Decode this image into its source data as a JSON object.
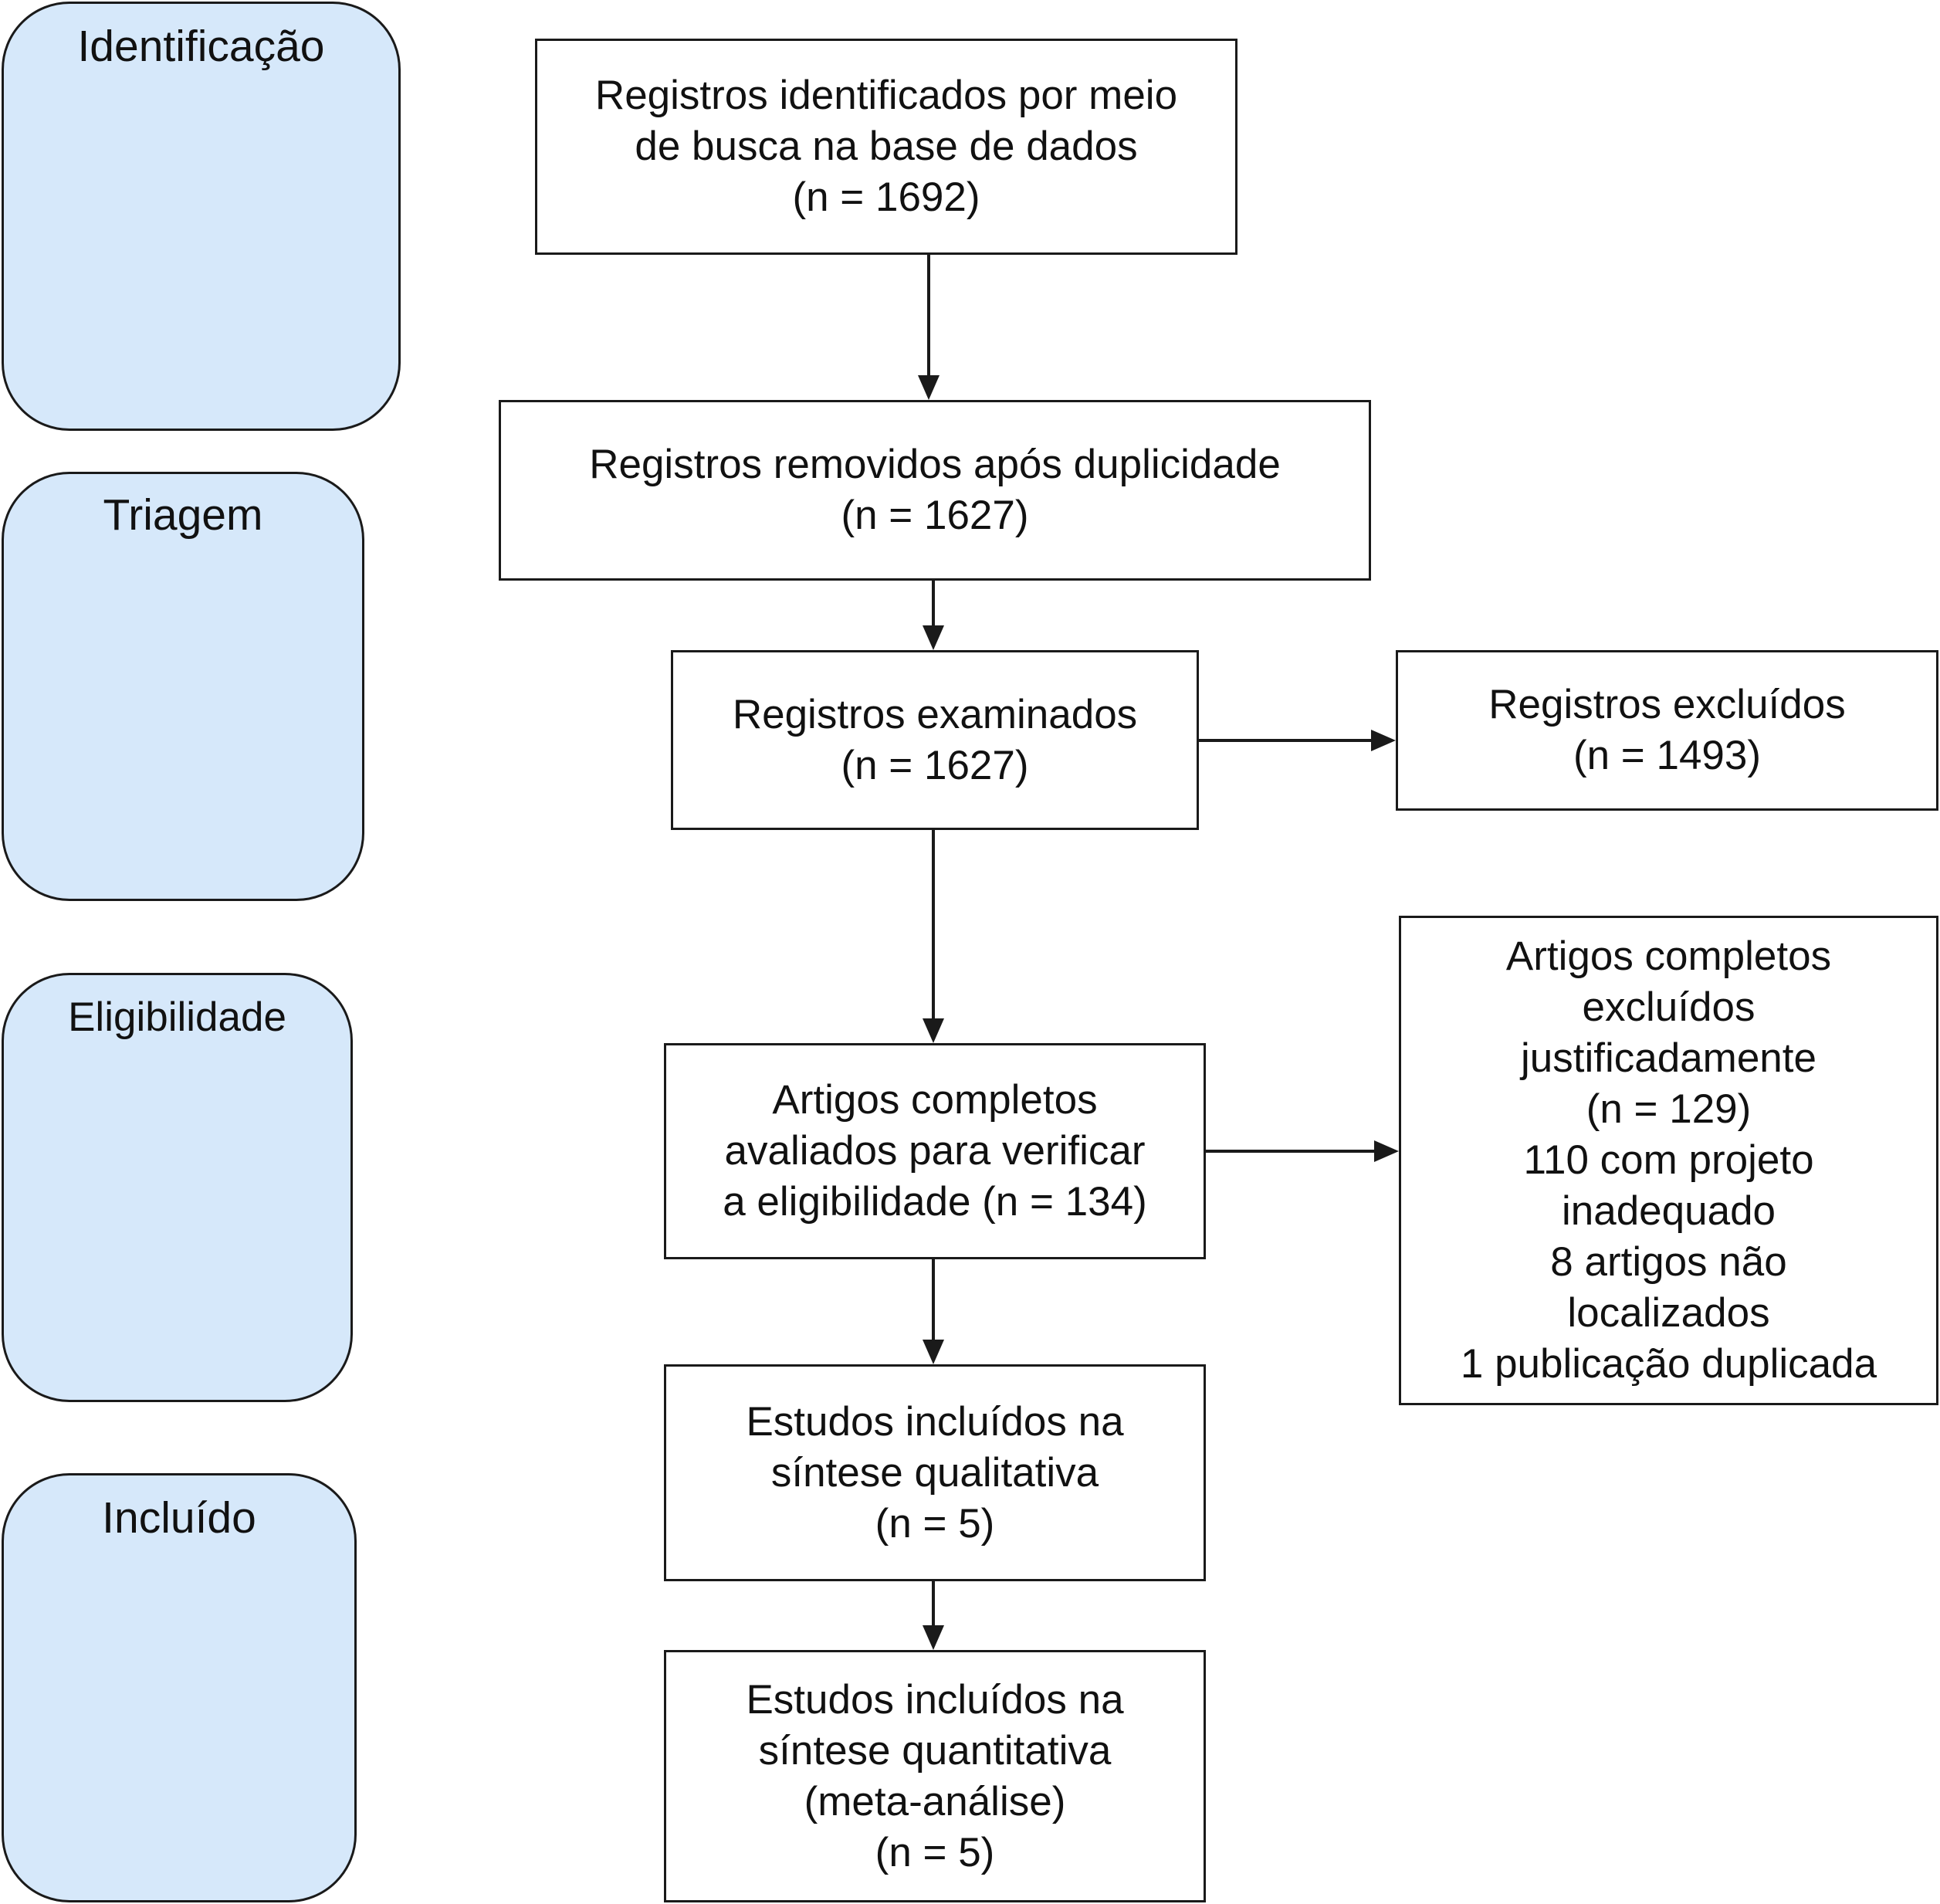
{
  "stages": {
    "identificacao": "Identificação",
    "triagem": "Triagem",
    "eligibilidade": "Eligibilidade",
    "incluido": "Incluído"
  },
  "boxes": {
    "identified": [
      "Registros identificados por meio",
      "de busca na base de dados",
      "(n = 1692)"
    ],
    "duplicates_removed": [
      "Registros removidos após duplicidade",
      "(n = 1627)"
    ],
    "screened": [
      "Registros examinados",
      "(n = 1627)"
    ],
    "excluded": [
      "Registros excluídos",
      "(n = 1493)"
    ],
    "full_text_assessed": [
      "Artigos completos",
      "avaliados para verificar",
      "a eligibilidade (n = 134)"
    ],
    "full_text_excluded": [
      "Artigos completos",
      "excluídos",
      "justificadamente",
      "(n = 129)",
      "110 com projeto",
      "inadequado",
      "8 artigos não",
      "localizados",
      "1 publicação duplicada"
    ],
    "qualitative": [
      "Estudos incluídos na",
      "síntese qualitativa",
      "(n = 5)"
    ],
    "quantitative": [
      "Estudos incluídos na",
      "síntese quantitativa",
      "(meta-análise)",
      "(n = 5)"
    ]
  }
}
